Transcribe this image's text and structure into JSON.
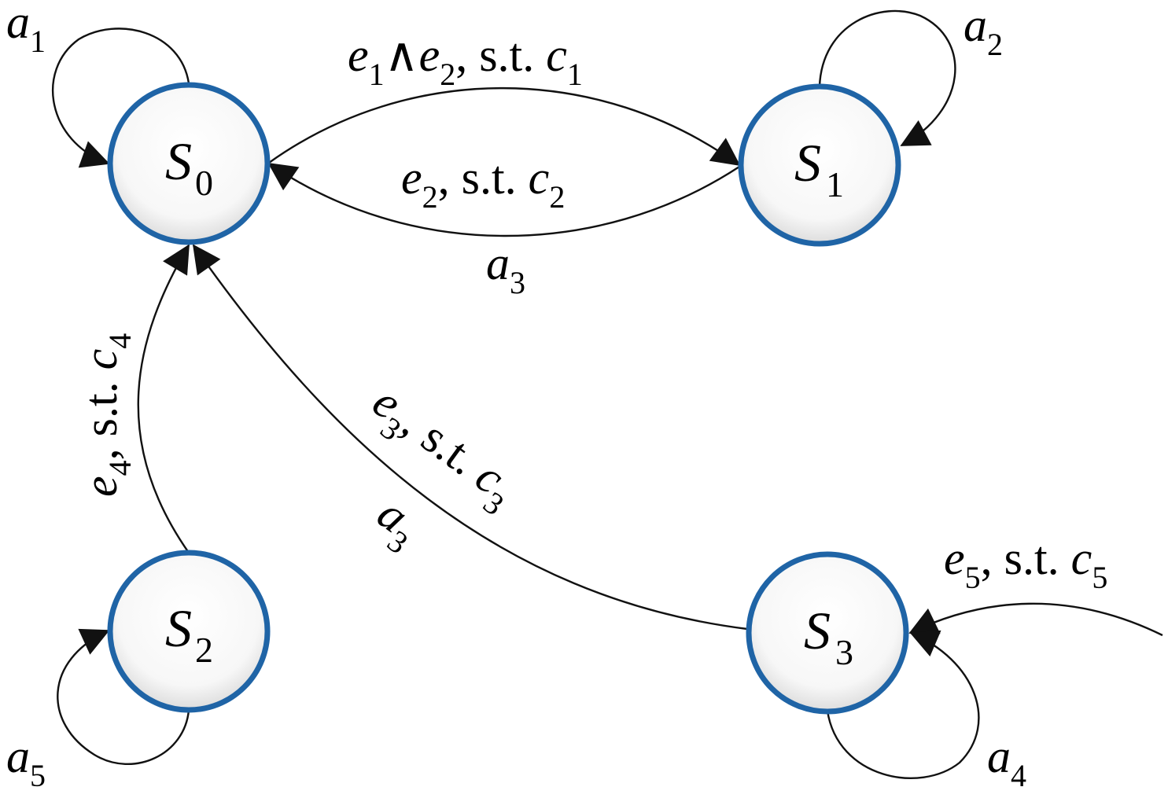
{
  "states": [
    {
      "id": "S0",
      "name": "S",
      "sub": "0"
    },
    {
      "id": "S1",
      "name": "S",
      "sub": "1"
    },
    {
      "id": "S2",
      "name": "S",
      "sub": "2"
    },
    {
      "id": "S3",
      "name": "S",
      "sub": "3"
    }
  ],
  "edges": {
    "s0_to_s1": {
      "event": "e",
      "event_sub": "1",
      "op": "∧",
      "event2": "e",
      "event2_sub": "2",
      "cond_prefix": ", s.t. ",
      "cond": "c",
      "cond_sub": "1"
    },
    "s1_to_s0": {
      "event": "e",
      "event_sub": "2",
      "cond_prefix": ", s.t. ",
      "cond": "c",
      "cond_sub": "2",
      "action": "a",
      "action_sub": "3"
    },
    "s2_to_s0": {
      "event": "e",
      "event_sub": "4",
      "cond_prefix": ", s.t. ",
      "cond": "c",
      "cond_sub": "4"
    },
    "s3_to_s0": {
      "event": "e",
      "event_sub": "3",
      "cond_prefix": ", s.t. ",
      "cond": "c",
      "cond_sub": "3",
      "action": "a",
      "action_sub": "3"
    },
    "entry_s3": {
      "event": "e",
      "event_sub": "5",
      "cond_prefix": ", s.t. ",
      "cond": "c",
      "cond_sub": "5"
    }
  },
  "loops": {
    "s0": {
      "action": "a",
      "sub": "1"
    },
    "s1": {
      "action": "a",
      "sub": "2"
    },
    "s2": {
      "action": "a",
      "sub": "5"
    },
    "s3": {
      "action": "a",
      "sub": "4"
    }
  },
  "colors": {
    "state_stroke": "#1f64a6",
    "edge": "#111111"
  }
}
